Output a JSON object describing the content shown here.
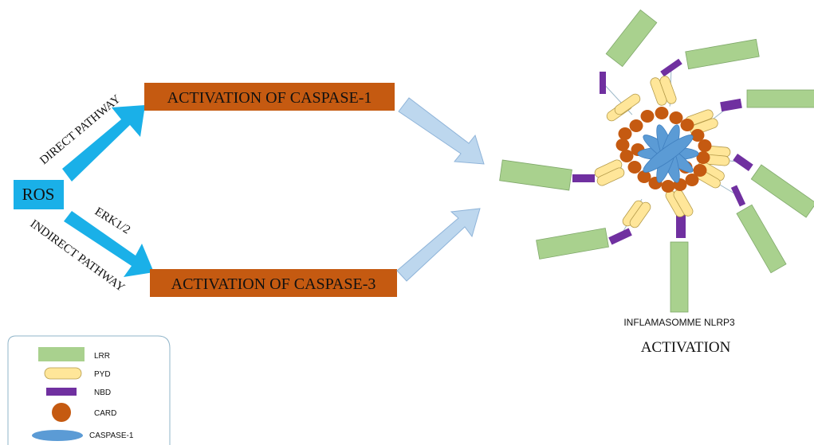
{
  "ros": {
    "label": "ROS"
  },
  "direct": {
    "pathway_label": "DIRECT PATHWAY",
    "box_label": "ACTIVATION OF CASPASE-1"
  },
  "indirect": {
    "erk_label": "ERK1/2",
    "pathway_label": "INDIRECT PATHWAY",
    "box_label": "ACTIVATION OF CASPASE-3"
  },
  "inflammasome": {
    "name_label": "INFLAMASOMME NLRP3",
    "activation_label": "ACTIVATION"
  },
  "legend": {
    "items": [
      {
        "shape": "lrr-rect",
        "label": "LRR"
      },
      {
        "shape": "pyd-pill",
        "label": "PYD"
      },
      {
        "shape": "nbd-bar",
        "label": "NBD"
      },
      {
        "shape": "card-circle",
        "label": "CARD"
      },
      {
        "shape": "caspase-ellipse",
        "label": "CASPASE-1"
      }
    ]
  },
  "colors": {
    "ros_box": "#1ab0e8",
    "cyan_arrow": "#1ab0e8",
    "caspase_box": "#c55a11",
    "light_arrow": "#bdd7ee",
    "lrr": "#a9d18e",
    "pyd": "#ffe699",
    "nbd": "#7030a0",
    "card": "#c55a11",
    "caspase1": "#5b9bd5"
  }
}
